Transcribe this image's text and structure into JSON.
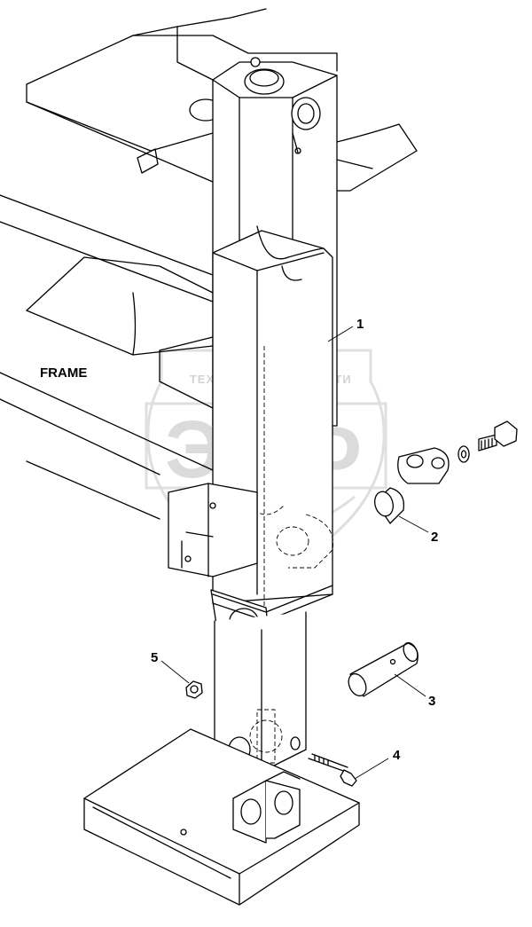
{
  "diagram": {
    "frame_label": "FRAME",
    "callouts": [
      {
        "number": "1",
        "part": "jack-leg"
      },
      {
        "number": "2",
        "part": "bushing"
      },
      {
        "number": "3",
        "part": "pin"
      },
      {
        "number": "4",
        "part": "bolt"
      },
      {
        "number": "5",
        "part": "nut"
      }
    ]
  },
  "watermark": {
    "logo_text": "ЭПФ",
    "left_text": "ТЕХНИКА",
    "right_text": "ЗАПЧАСТИ",
    "color": "#d0d0d0"
  },
  "colors": {
    "line": "#000000",
    "background": "#ffffff"
  }
}
